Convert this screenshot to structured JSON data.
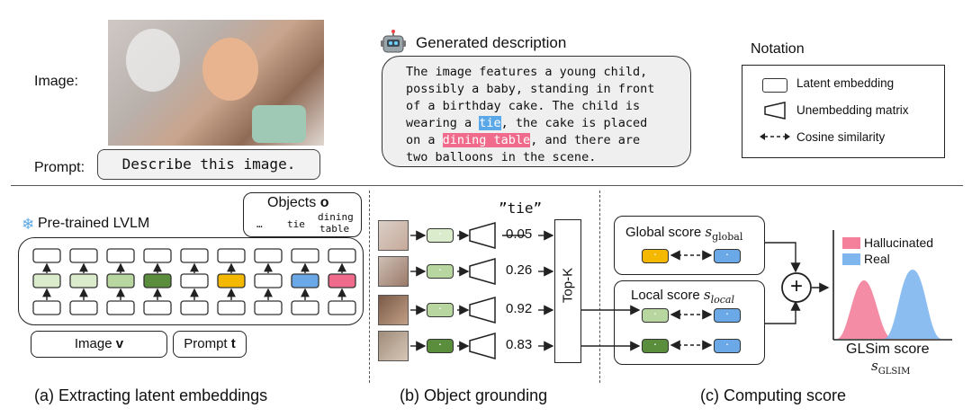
{
  "top": {
    "image_label": "Image:",
    "prompt_label": "Prompt:",
    "prompt_text": "Describe this image.",
    "gen_title": "Generated description",
    "desc_lines": [
      "The image features a young child,",
      "possibly a baby, standing in front",
      "of a birthday cake. The child is"
    ],
    "desc_line4_pre": "wearing a ",
    "desc_line4_hl": "tie",
    "desc_line4_post": ", the cake is placed",
    "desc_line5_pre": "on a ",
    "desc_line5_hl": "dining table",
    "desc_line5_post": ", and there are",
    "desc_line6": "two balloons in the scene.",
    "notation_title": "Notation",
    "notation_items": [
      "Latent embedding",
      "Unembedding matrix",
      "Cosine similarity"
    ]
  },
  "panel_a": {
    "model_label": "Pre-trained LVLM",
    "objects_label": "Objects ",
    "objects_symbol": "o",
    "objects_list": [
      "…",
      "tie",
      "dining",
      "table"
    ],
    "image_input": "Image ",
    "image_symbol": "v",
    "prompt_input": "Prompt ",
    "prompt_symbol": "t",
    "caption": "(a) Extracting latent embeddings"
  },
  "panel_b": {
    "word": "”tie”",
    "scores": [
      "0.05",
      "0.26",
      "0.92",
      "0.83"
    ],
    "topk": "Top-K",
    "caption": "(b) Object grounding"
  },
  "panel_c": {
    "global_label": "Global score ",
    "global_symbol": "s",
    "global_sub": "global",
    "local_label": "Local score ",
    "local_symbol": "s",
    "local_sub": "local",
    "plus": "+",
    "legend": [
      {
        "name": "Hallucinated",
        "color": "#f4809c"
      },
      {
        "name": "Real",
        "color": "#7fb6ee"
      }
    ],
    "score_label": "GLSim score",
    "score_symbol": "s",
    "score_sub": "GLSIM",
    "caption": "(c) Computing score"
  },
  "colors": {
    "light_green": "#dbeccd",
    "mid_green": "#b7d6a0",
    "dark_green": "#5a8e3d",
    "yellow": "#f5b800",
    "blue": "#6aa8e8",
    "pink": "#f06b8b"
  }
}
